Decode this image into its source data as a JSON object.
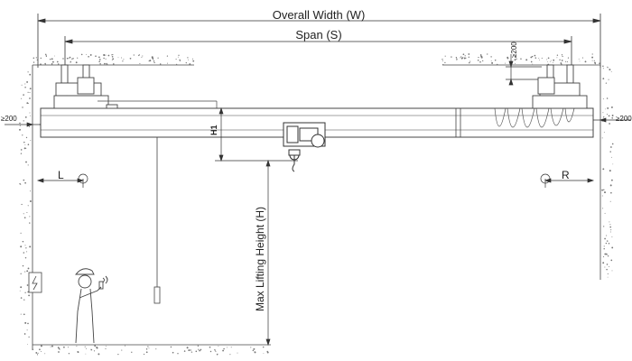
{
  "dimensions": {
    "overall_width": "Overall Width (W)",
    "span": "Span (S)",
    "max_lifting_height": "Max Lifting Height  (H)",
    "h1": "H1",
    "left_clearance": "≥200",
    "right_clearance": "≥200",
    "top_clearance": "≥200",
    "left_hook_limit": "L",
    "right_hook_limit": "R"
  },
  "colors": {
    "line": "#333333",
    "beam": "#555555",
    "hatch": "#9a9a9a"
  }
}
